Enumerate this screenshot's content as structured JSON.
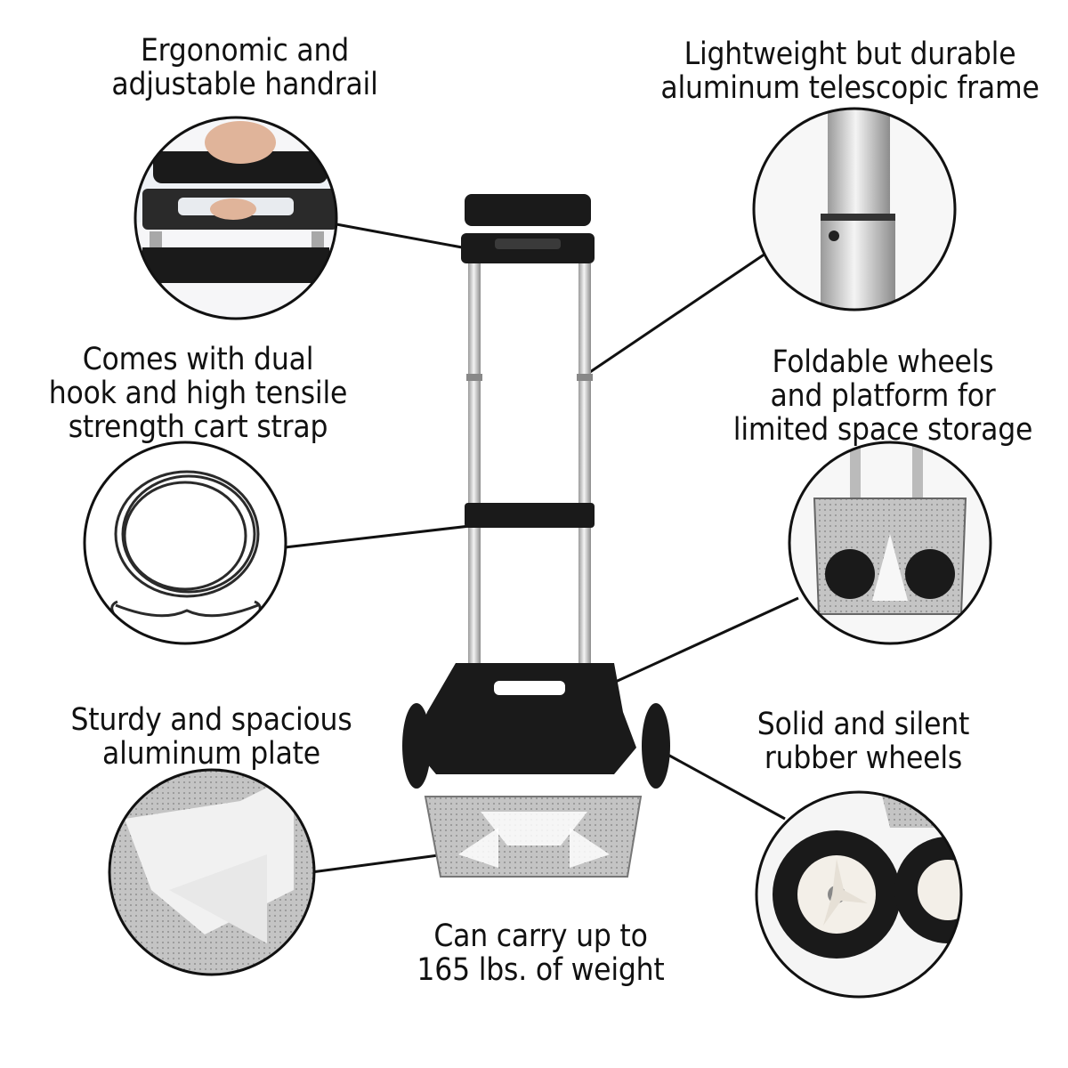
{
  "infographic": {
    "captions": {
      "handrail": [
        "Ergonomic and",
        "adjustable handrail"
      ],
      "frame": [
        "Lightweight but durable",
        "aluminum telescopic frame"
      ],
      "strap": [
        "Comes with dual",
        "hook and high tensile",
        "strength cart strap"
      ],
      "foldable": [
        "Foldable wheels",
        "and platform for",
        "limited space storage"
      ],
      "plate": [
        "Sturdy and spacious",
        "aluminum plate"
      ],
      "wheels": [
        "Solid and silent",
        "rubber wheels"
      ],
      "capacity": [
        "Can carry up to",
        "165 lbs. of weight"
      ]
    },
    "colors": {
      "frame": "#d9d9d9",
      "plastic": "#1a1a1a",
      "plate": "#bdbdbd",
      "circle_border": "#111111",
      "leader_line": "#111111"
    }
  }
}
